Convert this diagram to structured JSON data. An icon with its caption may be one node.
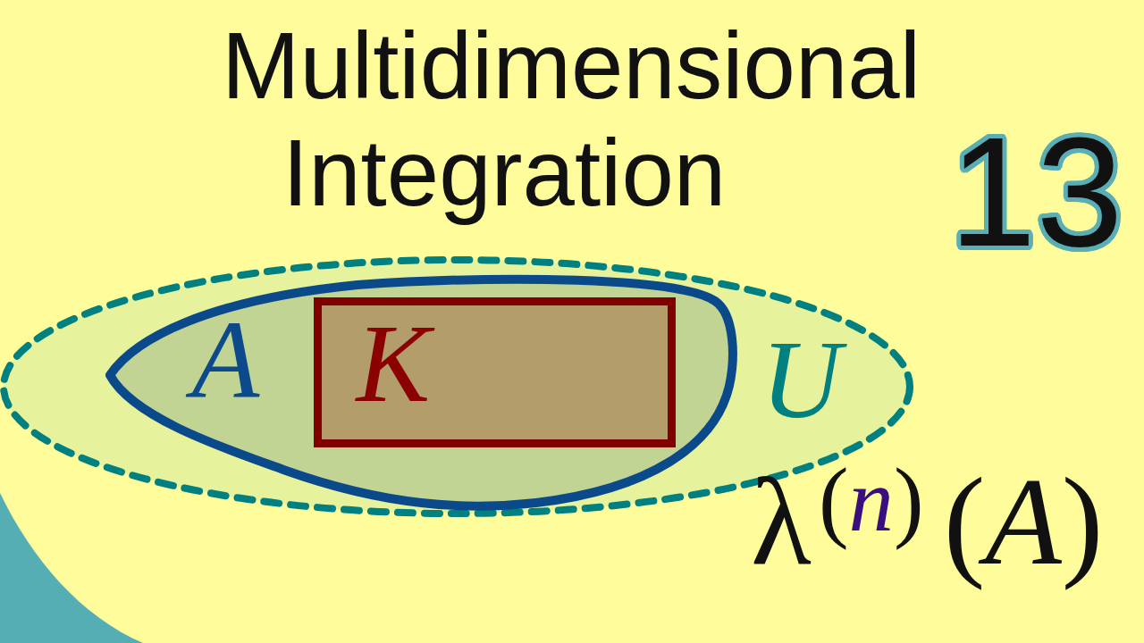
{
  "diagram": {
    "title": "Multidimensional Integration",
    "nodes": [
      {
        "text": [
          "U"
        ]
      },
      {
        "text": [
          "A"
        ],
        "in": 0
      },
      {
        "text": [
          "K"
        ],
        "in": 1
      }
    ],
    "labels": [
      "13",
      "λ$^{(n)}$(*A*)"
    ]
  }
}
